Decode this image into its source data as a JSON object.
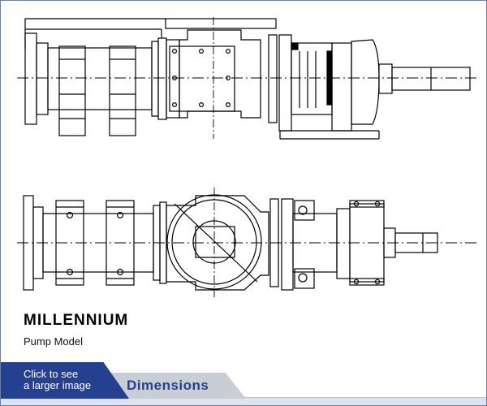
{
  "product": {
    "name": "MILLENNIUM",
    "subtitle": "Pump Model"
  },
  "tabs": {
    "larger_image_label": "Click to see\na larger image",
    "dimensions_label": "Dimensions"
  },
  "drawing": {
    "views": [
      "side-view",
      "top-view"
    ]
  },
  "colors": {
    "tab_primary": "#24408e",
    "tab_secondary": "#c9ced6",
    "tab_secondary_text": "#25408f",
    "frame_border": "#6b7fa8",
    "line_art": "#000000"
  }
}
